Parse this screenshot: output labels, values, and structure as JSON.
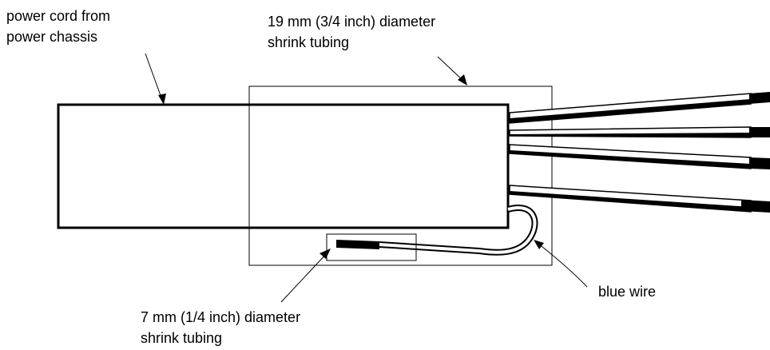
{
  "labels": {
    "power_cord": [
      "power cord from",
      "power chassis"
    ],
    "large_tubing": [
      "19 mm (3/4 inch) diameter",
      "shrink tubing"
    ],
    "small_tubing": [
      "7 mm (1/4 inch) diameter",
      "shrink tubing"
    ],
    "blue_wire": "blue wire"
  },
  "colors": {
    "line": "#000000",
    "background": "#ffffff"
  }
}
